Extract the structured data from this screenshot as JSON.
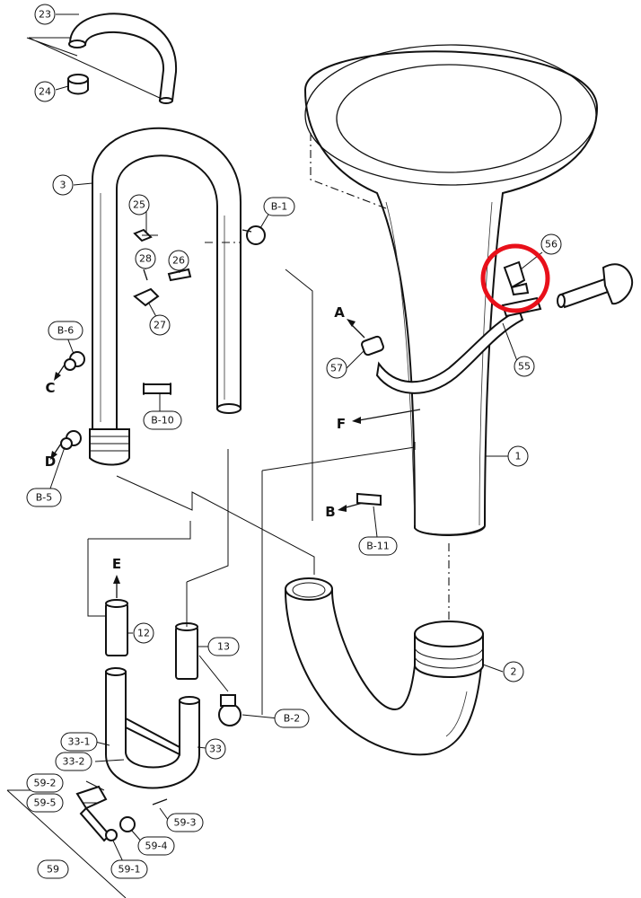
{
  "callouts": {
    "p23": "23",
    "p24": "24",
    "p3": "3",
    "p25": "25",
    "p28": "28",
    "p26": "26",
    "p27": "27",
    "b1": "B-1",
    "b6": "B-6",
    "b10": "B-10",
    "b5": "B-5",
    "p56": "56",
    "p57": "57",
    "p55": "55",
    "p1": "1",
    "b11": "B-11",
    "p12": "12",
    "p13": "13",
    "b2": "B-2",
    "p2": "2",
    "p33": "33",
    "p33_1": "33-1",
    "p33_2": "33-2",
    "p59_2": "59-2",
    "p59_5": "59-5",
    "p59_3": "59-3",
    "p59_4": "59-4",
    "p59_1": "59-1",
    "p59": "59"
  },
  "arrows": {
    "a": "A",
    "b": "B",
    "c": "C",
    "d": "D",
    "e": "E",
    "f": "F"
  },
  "highlight": {
    "color": "#e8101a",
    "target_part": "56"
  }
}
